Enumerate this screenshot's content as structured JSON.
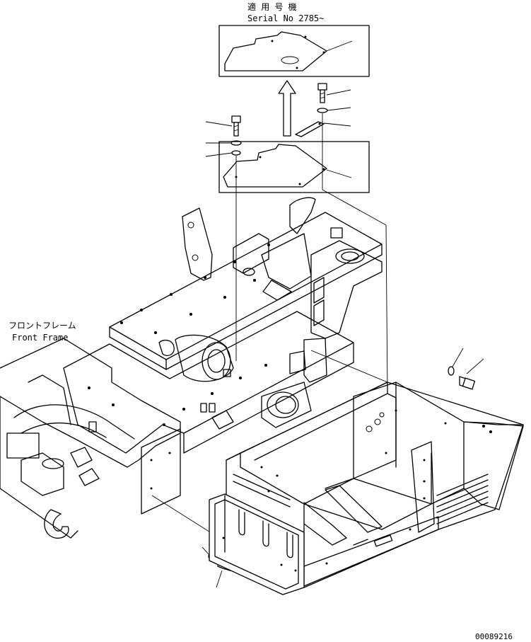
{
  "applicable_label_jp": "適 用 号 機",
  "serial_label": "Serial No 2785~",
  "front_frame_jp": "フロントフレーム",
  "front_frame_en": "Front Frame",
  "drawing_number": "00089216",
  "colors": {
    "line": "#000000",
    "background": "#ffffff"
  }
}
